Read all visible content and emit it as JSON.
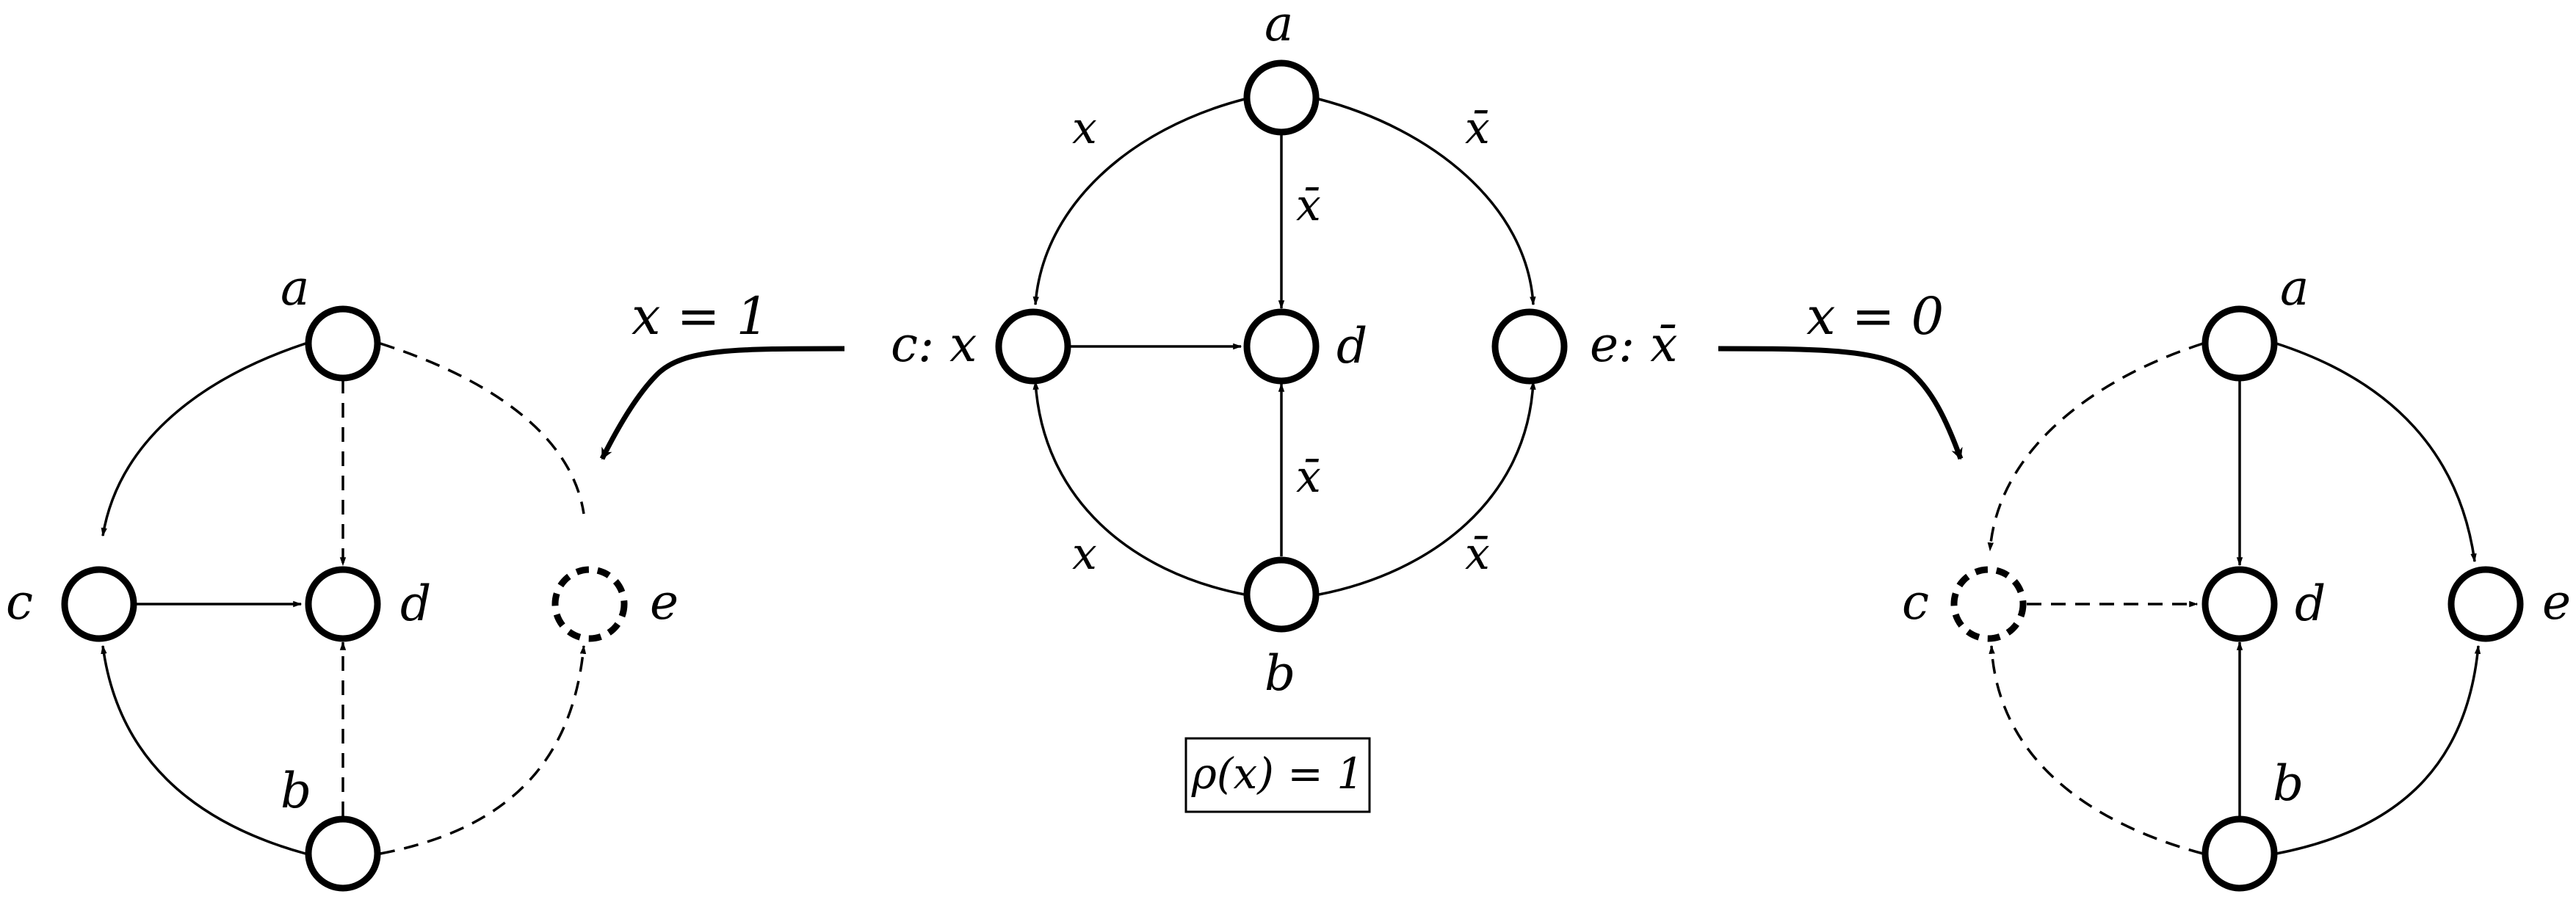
{
  "left_graph": {
    "a": "a",
    "b": "b",
    "c": "c",
    "d": "d",
    "e": "e"
  },
  "center_graph": {
    "a": "a",
    "b": "b",
    "c": "c: x",
    "d": "d",
    "e": "e: x̄",
    "edge_a_c": "x",
    "edge_a_d": "x̄",
    "edge_a_e": "x̄",
    "edge_b_c": "x",
    "edge_b_d": "x̄",
    "edge_b_e": "x̄"
  },
  "right_graph": {
    "a": "a",
    "b": "b",
    "c": "c",
    "d": "d",
    "e": "e"
  },
  "transitions": {
    "left": "x = 1",
    "right": "x = 0"
  },
  "caption": "ρ(x) = 1"
}
